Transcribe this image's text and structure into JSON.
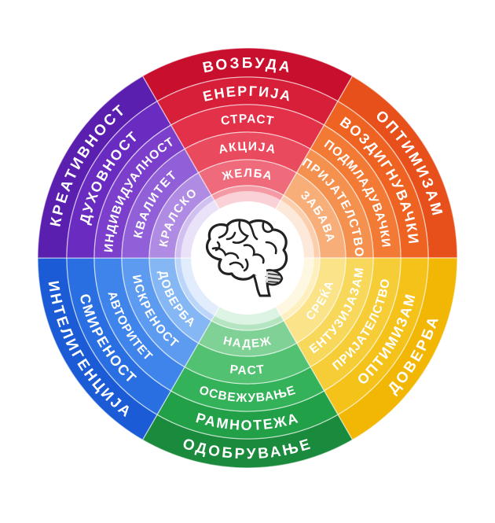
{
  "wheel": {
    "segments": [
      {
        "id": "red",
        "colors": [
          "#c8102e",
          "#d81f3a",
          "#e33149",
          "#ea4a5e",
          "#ef6b7b",
          "#f49aa5"
        ],
        "words": [
          "ВОЗБУДА",
          "ЕНЕРГИЈА",
          "СТРАСТ",
          "АКЦИЈА",
          "ЖЕЛБА"
        ]
      },
      {
        "id": "orange",
        "colors": [
          "#e8501b",
          "#ee6322",
          "#f27a35",
          "#f5914f",
          "#f8ae78",
          "#fbcfae"
        ],
        "words": [
          "ОПТИМИЗАМ",
          "ВОЗДИГНУВАЧКИ",
          "ПОДМЛАДУВАЧКИ",
          "ПРИЈАТЕЛСТВО",
          "ЗАБАВА"
        ]
      },
      {
        "id": "yellow",
        "colors": [
          "#f2b705",
          "#f5c21a",
          "#f7cd37",
          "#f8d85a",
          "#fbe389",
          "#fdefbe"
        ],
        "words": [
          "ДОВЕРБА",
          "ОПТИМИЗАМ",
          "ПРИЈАТЕЛСТВО",
          "ЕНТУЗИЈАЗАМ",
          "СРЕЌА"
        ]
      },
      {
        "id": "green",
        "colors": [
          "#1a8a3c",
          "#22a048",
          "#33b25a",
          "#52c172",
          "#7fd196",
          "#b4e4c0"
        ],
        "words": [
          "ОДОБРУВАЊЕ",
          "РАМНОТЕЖА",
          "ОСВЕЖУВАЊЕ",
          "РАСТ",
          "НАДЕЖ"
        ]
      },
      {
        "id": "blue",
        "colors": [
          "#1c5bd6",
          "#2a6fe2",
          "#3f84ea",
          "#5d9bf0",
          "#86b7f5",
          "#bcd6fa"
        ],
        "words": [
          "ИНТЕЛИГЕНЦИЈА",
          "СМИРЕНОСТ",
          "АВТОРИТЕТ",
          "ИСКРЕНОСТ",
          "ДОВЕРБА"
        ]
      },
      {
        "id": "purple",
        "colors": [
          "#5b1fb0",
          "#6a2bc0",
          "#7b3fcc",
          "#9160d8",
          "#af8be4",
          "#d1bff0"
        ],
        "words": [
          "КРЕАТИВНОСТ",
          "ДУХОВНОСТ",
          "ИНДИВИДУАЛНОСТ",
          "КВАЛИТЕТ",
          "КРАЛСКО"
        ]
      }
    ],
    "center": {
      "fill": "#ffffff",
      "icon": "brain-icon"
    }
  }
}
